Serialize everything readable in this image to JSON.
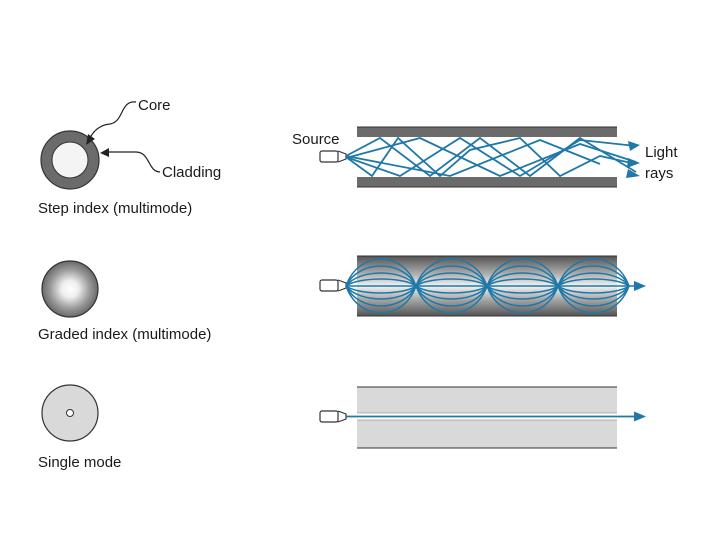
{
  "labels": {
    "core": "Core",
    "cladding": "Cladding",
    "source": "Source",
    "light_line1": "Light",
    "light_line2": "rays"
  },
  "modes": [
    {
      "caption": "Step index (multimode)"
    },
    {
      "caption": "Graded index (multimode)"
    },
    {
      "caption": "Single mode"
    }
  ],
  "colors": {
    "ray": "#1f78a8",
    "cladding_dark": "#6b6b6b",
    "core_light": "#f4f4f4",
    "single_mode_fill": "#d9d9d9",
    "outline": "#333333"
  },
  "icons": {
    "step_index_cross_section": "ring-icon",
    "graded_index_cross_section": "radial-gradient-disc-icon",
    "single_mode_cross_section": "disc-with-small-core-icon",
    "source": "light-source-icon"
  }
}
